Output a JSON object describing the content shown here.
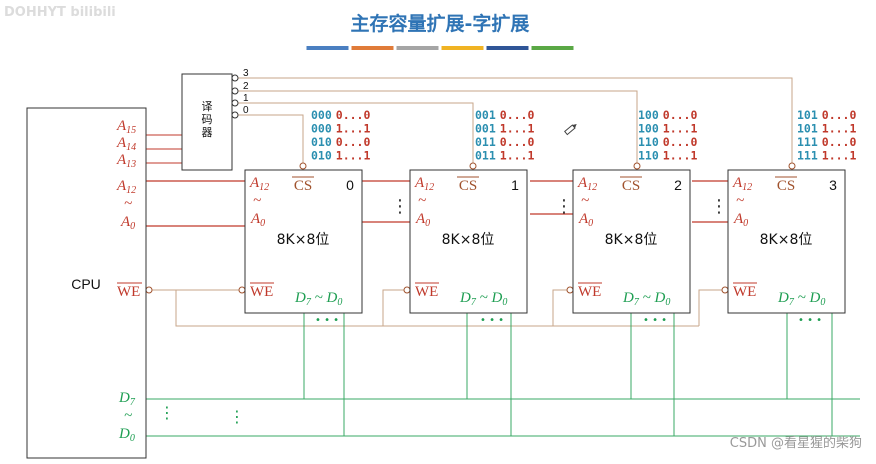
{
  "watermark": "DOHHYT bilibili",
  "title": "主存容量扩展-字扩展",
  "title_bar_colors": [
    "#4a7fc1",
    "#e07b39",
    "#a5a5a5",
    "#f0b323",
    "#2f5597",
    "#5aa845"
  ],
  "cpu": {
    "label": "CPU",
    "addr_high": [
      {
        "base": "A",
        "sub": "15"
      },
      {
        "base": "A",
        "sub": "14"
      },
      {
        "base": "A",
        "sub": "13"
      }
    ],
    "addr_low_top": {
      "base": "A",
      "sub": "12"
    },
    "addr_low_bottom": {
      "base": "A",
      "sub": "0"
    },
    "tilde": "~",
    "we": "WE",
    "data_top": {
      "base": "D",
      "sub": "7"
    },
    "data_bottom": {
      "base": "D",
      "sub": "0"
    }
  },
  "decoder": {
    "label": [
      "译",
      "码",
      "器"
    ],
    "outputs": [
      "3",
      "2",
      "1",
      "0"
    ]
  },
  "chips": [
    {
      "index": "0",
      "capacity": "8K×8位",
      "cs": "CS",
      "we": "WE",
      "addr_top": {
        "base": "A",
        "sub": "12"
      },
      "addr_bottom": {
        "base": "A",
        "sub": "0"
      },
      "tilde": "~",
      "data": {
        "d7": "D",
        "d7sub": "7",
        "sep": " ~ ",
        "d0": "D",
        "d0sub": "0"
      },
      "binary": [
        {
          "a": "000",
          "b": "0...0"
        },
        {
          "a": "000",
          "b": "1...1"
        },
        {
          "a": "010",
          "b": "0...0"
        },
        {
          "a": "010",
          "b": "1...1"
        }
      ]
    },
    {
      "index": "1",
      "capacity": "8K×8位",
      "cs": "CS",
      "we": "WE",
      "addr_top": {
        "base": "A",
        "sub": "12"
      },
      "addr_bottom": {
        "base": "A",
        "sub": "0"
      },
      "tilde": "~",
      "data": {
        "d7": "D",
        "d7sub": "7",
        "sep": " ~ ",
        "d0": "D",
        "d0sub": "0"
      },
      "binary": [
        {
          "a": "001",
          "b": "0...0"
        },
        {
          "a": "001",
          "b": "1...1"
        },
        {
          "a": "011",
          "b": "0...0"
        },
        {
          "a": "011",
          "b": "1...1"
        }
      ]
    },
    {
      "index": "2",
      "capacity": "8K×8位",
      "cs": "CS",
      "we": "WE",
      "addr_top": {
        "base": "A",
        "sub": "12"
      },
      "addr_bottom": {
        "base": "A",
        "sub": "0"
      },
      "tilde": "~",
      "data": {
        "d7": "D",
        "d7sub": "7",
        "sep": " ~ ",
        "d0": "D",
        "d0sub": "0"
      },
      "binary": [
        {
          "a": "100",
          "b": "0...0"
        },
        {
          "a": "100",
          "b": "1...1"
        },
        {
          "a": "110",
          "b": "0...0"
        },
        {
          "a": "110",
          "b": "1...1"
        }
      ]
    },
    {
      "index": "3",
      "capacity": "8K×8位",
      "cs": "CS",
      "we": "WE",
      "addr_top": {
        "base": "A",
        "sub": "12"
      },
      "addr_bottom": {
        "base": "A",
        "sub": "0"
      },
      "tilde": "~",
      "data": {
        "d7": "D",
        "d7sub": "7",
        "sep": " ~ ",
        "d0": "D",
        "d0sub": "0"
      },
      "binary": [
        {
          "a": "101",
          "b": "0...0"
        },
        {
          "a": "101",
          "b": "1...1"
        },
        {
          "a": "111",
          "b": "0...0"
        },
        {
          "a": "111",
          "b": "1...1"
        }
      ]
    }
  ],
  "bus_dots": "⋮",
  "chip_data_dots": "• • •",
  "credit": "CSDN @看星猩的柴狗",
  "colors": {
    "addr": "#c0392b",
    "data": "#1e9e52",
    "control": "#a0522d",
    "bin_prefix": "#2b8fb0",
    "bin_suffix": "#c0392b"
  }
}
